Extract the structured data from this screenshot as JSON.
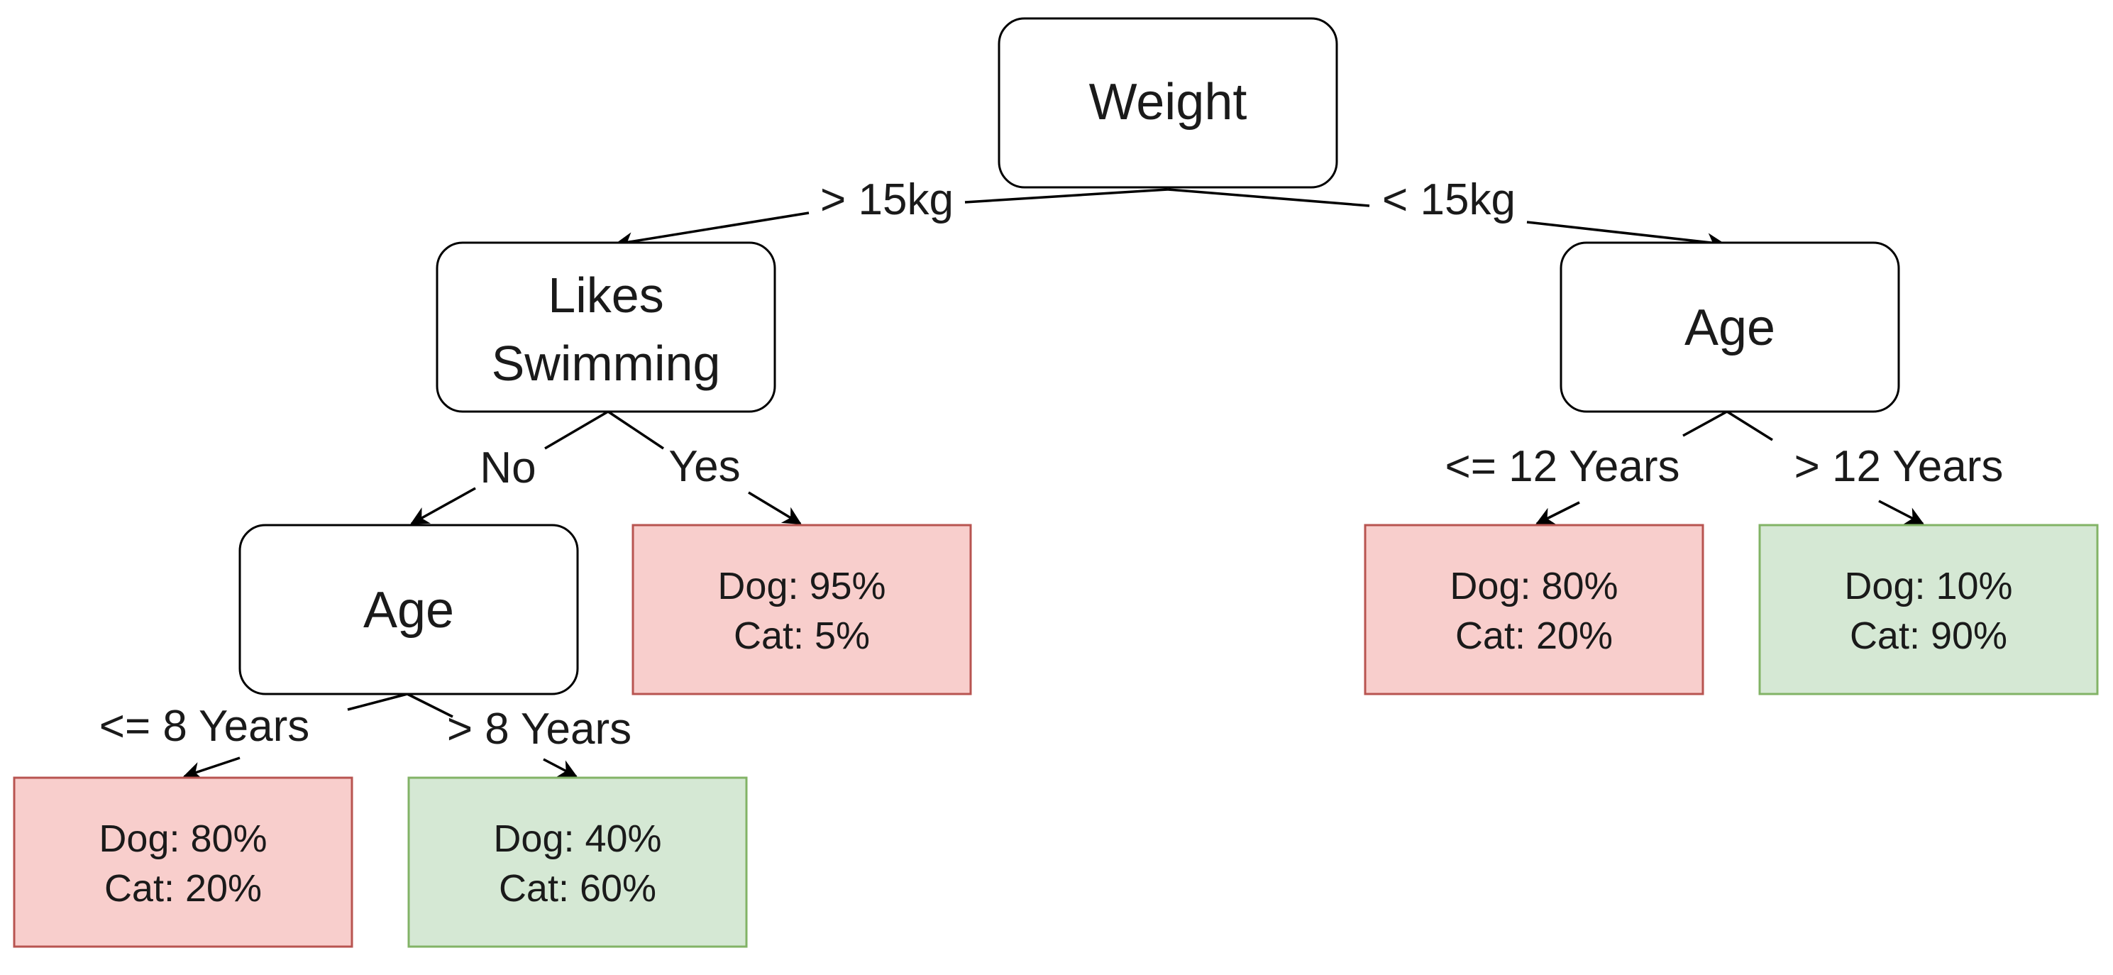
{
  "diagram": {
    "type": "decision-tree",
    "colors": {
      "stroke": "#000000",
      "decision_fill": "#ffffff",
      "red_fill": "#f8cecc",
      "red_stroke": "#b85450",
      "green_fill": "#d5e8d4",
      "green_stroke": "#82b366"
    },
    "nodes": {
      "weight": {
        "label": "Weight"
      },
      "likes_swimming": {
        "line1": "Likes",
        "line2": "Swimming"
      },
      "age_right": {
        "label": "Age"
      },
      "age_left": {
        "label": "Age"
      },
      "leaf_yes": {
        "dog": "Dog: 95%",
        "cat": "Cat: 5%"
      },
      "leaf_le12": {
        "dog": "Dog: 80%",
        "cat": "Cat: 20%"
      },
      "leaf_gt12": {
        "dog": "Dog: 10%",
        "cat": "Cat: 90%"
      },
      "leaf_le8": {
        "dog": "Dog: 80%",
        "cat": "Cat: 20%"
      },
      "leaf_gt8": {
        "dog": "Dog: 40%",
        "cat": "Cat: 60%"
      }
    },
    "edges": {
      "gt15": "> 15kg",
      "lt15": "< 15kg",
      "no": "No",
      "yes": "Yes",
      "le12": "<= 12 Years",
      "gt12": "> 12 Years",
      "le8": "<= 8 Years",
      "gt8": "> 8 Years"
    }
  }
}
